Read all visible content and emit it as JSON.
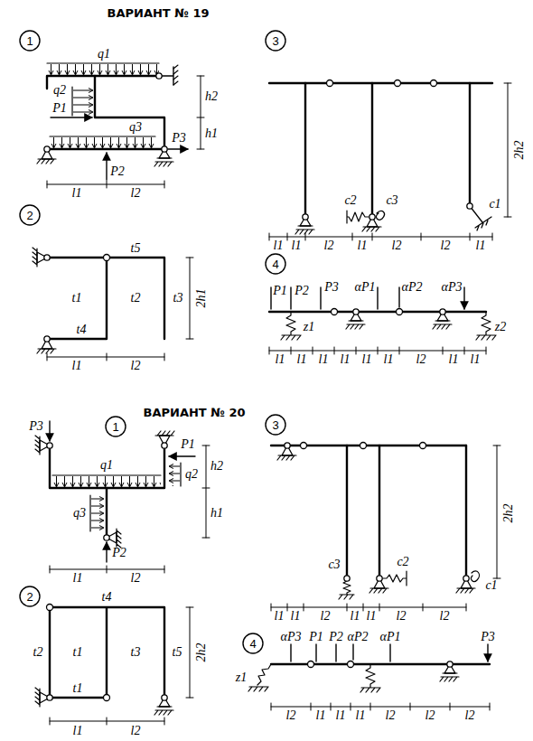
{
  "diagram": {
    "labels": [
      "ВАРИАНТ № 19",
      "1",
      "q1",
      "q2",
      "P1",
      "q3",
      "P2",
      "P3",
      "h2",
      "h1",
      "l1",
      "l2",
      "2",
      "t5",
      "t1",
      "t2",
      "t3",
      "2h1",
      "t4",
      "l1",
      "l2",
      "3",
      "c2",
      "c3",
      "c1",
      "2h2",
      "l1",
      "l1",
      "l2",
      "l1",
      "l2",
      "l2",
      "l1",
      "4",
      "P1",
      "P2",
      "P3",
      "αP1",
      "αP2",
      "αP3",
      "z1",
      "z2",
      "l1",
      "l1",
      "l1",
      "l1",
      "l1",
      "l1",
      "l2",
      "l1",
      "l1",
      "ВАРИАНТ № 20",
      "1",
      "P3",
      "P1",
      "q1",
      "q2",
      "q3",
      "P2",
      "h2",
      "h1",
      "l1",
      "l2",
      "2",
      "t4",
      "t2",
      "t1",
      "t3",
      "t5",
      "2h2",
      "t1",
      "l1",
      "l2",
      "3",
      "c3",
      "c2",
      "c1",
      "2h2",
      "l1",
      "l1",
      "l2",
      "l1",
      "l1",
      "l2",
      "l2",
      "4",
      "z1",
      "αP3",
      "P1",
      "P2",
      "αP2",
      "αP1",
      "P3",
      "l2",
      "l1",
      "l1",
      "l1",
      "l2",
      "l2",
      "l2"
    ]
  }
}
